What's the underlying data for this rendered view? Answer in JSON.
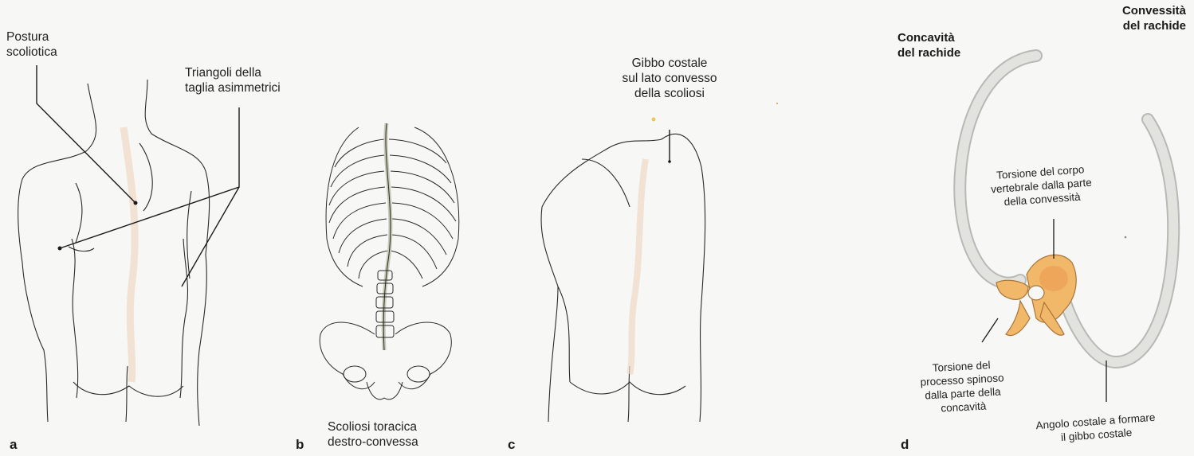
{
  "panels": {
    "a": {
      "letter": "a",
      "label_posture": "Postura\nscoliotica",
      "label_triangles": "Triangoli della\ntaglia asimmetrici"
    },
    "b": {
      "letter": "b",
      "caption": "Scoliosi toracica\ndestro-convessa"
    },
    "c": {
      "letter": "c",
      "label_hump": "Gibbo costale\nsul lato convesso\ndella scoliosi"
    },
    "d": {
      "letter": "d",
      "label_concavity": "Concavità\ndel rachide",
      "label_convexity": "Convessità\ndel rachide",
      "label_body_torsion": "Torsione del corpo\nvertebrale dalla parte\ndella convessità",
      "label_spinous_torsion": "Torsione del\nprocesso spinoso\ndalla parte della\nconcavità",
      "label_costal_angle": "Angolo costale a formare\nil gibbo costale"
    }
  },
  "colors": {
    "line": "#2a2a2a",
    "bone": "#d9dad6",
    "vertebra": "#f2b86a",
    "spine_tint": "#f0d9c4"
  }
}
